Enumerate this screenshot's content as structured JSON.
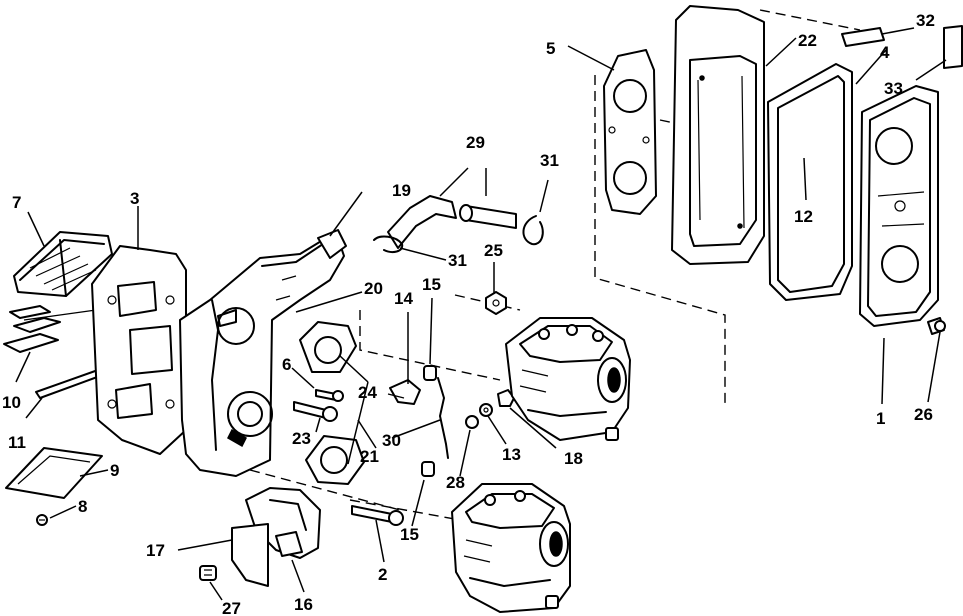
{
  "callouts": {
    "c1": "1",
    "c2": "2",
    "c3": "3",
    "c4": "4",
    "c5": "5",
    "c6": "6",
    "c7": "7",
    "c8": "8",
    "c9": "9",
    "c10": "10",
    "c11": "11",
    "c12": "12",
    "c13": "13",
    "c14": "14",
    "c15a": "15",
    "c15b": "15",
    "c16": "16",
    "c17": "17",
    "c18": "18",
    "c19": "19",
    "c20": "20",
    "c21": "21",
    "c22": "22",
    "c23": "23",
    "c24": "24",
    "c25": "25",
    "c26": "26",
    "c27": "27",
    "c28": "28",
    "c29": "29",
    "c30": "30",
    "c31a": "31",
    "c31b": "31",
    "c32": "32",
    "c33": "33"
  }
}
